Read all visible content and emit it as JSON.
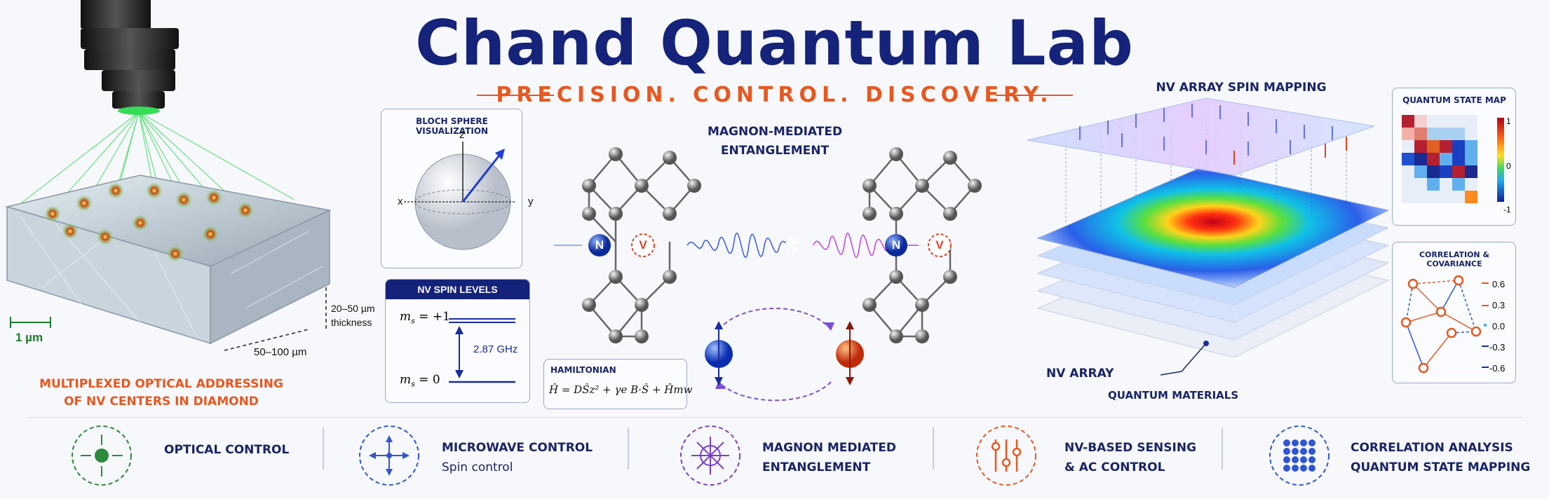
{
  "header": {
    "title": "Chand Quantum Lab",
    "tagline": "PRECISION. CONTROL. DISCOVERY."
  },
  "diamond": {
    "scale_bar": "1 µm",
    "thickness_1": "20–50 µm",
    "thickness_2": "thickness",
    "width": "50–100 µm",
    "caption_1": "MULTIPLEXED OPTICAL ADDRESSING",
    "caption_2": "OF NV CENTERS IN DIAMOND"
  },
  "bloch": {
    "title": "BLOCH SPHERE VISUALIZATION",
    "axis_z": "z",
    "axis_x": "x",
    "axis_y": "y"
  },
  "spin_levels": {
    "title": "NV SPIN LEVELS",
    "upper": "m",
    "upper_sub": "s",
    "upper_val": " = +1",
    "lower": "m",
    "lower_sub": "s",
    "lower_val": " = 0",
    "gap": "2.87 GHz"
  },
  "magnon": {
    "title_1": "MAGNON-MEDIATED",
    "title_2": "ENTANGLEMENT",
    "n_label": "N",
    "v_label": "V"
  },
  "hamiltonian": {
    "title": "HAMILTONIAN",
    "formula": "Ĥ = DŜz² + γe B·Ŝ + Ĥmw"
  },
  "array": {
    "title": "NV ARRAY SPIN MAPPING",
    "nv_label": "NV ARRAY",
    "materials_label": "QUANTUM MATERIALS"
  },
  "state_map": {
    "title": "QUANTUM STATE MAP",
    "cb_max": "1",
    "cb_mid": "0",
    "cb_min": "-1"
  },
  "correlation": {
    "title": "CORRELATION & COVARIANCE",
    "legend": [
      "0.6",
      "0.3",
      "0.0",
      "-0.3",
      "-0.6"
    ]
  },
  "features": [
    {
      "title": "OPTICAL CONTROL",
      "sub": ""
    },
    {
      "title": "MICROWAVE CONTROL",
      "sub": "Spin control"
    },
    {
      "title": "MAGNON MEDIATED",
      "sub": "ENTANGLEMENT"
    },
    {
      "title": "NV-BASED SENSING",
      "sub": "& AC CONTROL"
    },
    {
      "title": "CORRELATION ANALYSIS",
      "sub": "QUANTUM STATE MAPPING"
    }
  ],
  "colors": {
    "navy": "#15237a",
    "accent_orange": "#e8571f",
    "green": "#2c8a3c",
    "blue": "#2f55d4",
    "purple": "#7a3fd0"
  }
}
